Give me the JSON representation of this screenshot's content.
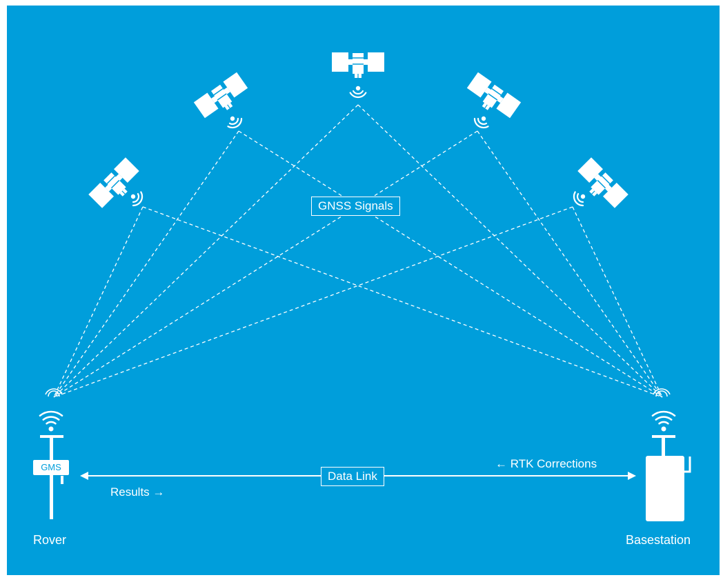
{
  "colors": {
    "background": "#009edb",
    "foreground": "#ffffff"
  },
  "labels": {
    "gnss_signals": "GNSS Signals",
    "data_link": "Data Link",
    "rtk_corrections": "RTK Corrections",
    "results": "Results",
    "rover": "Rover",
    "basestation": "Basestation",
    "gms": "GMS"
  },
  "arrows": {
    "left": "←",
    "right": "→"
  },
  "icons": [
    "satellite-icon",
    "signal-waves-icon",
    "wifi-icon",
    "antenna-icon",
    "receiver-box-icon"
  ]
}
